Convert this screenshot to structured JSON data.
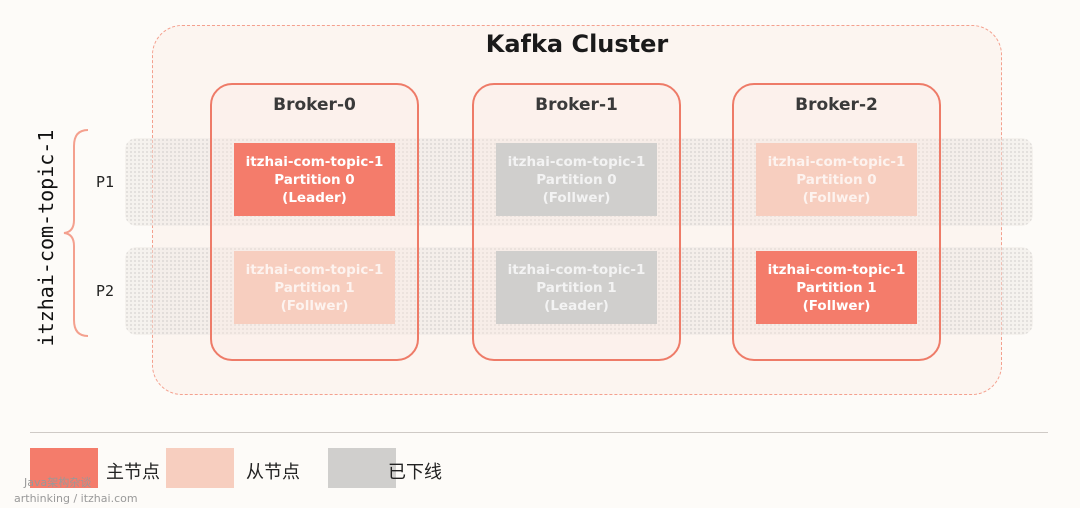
{
  "cluster": {
    "title": "Kafka Cluster"
  },
  "topic_label": "itzhai-com-topic-1",
  "partition_rows": [
    {
      "label": "P1"
    },
    {
      "label": "P2"
    }
  ],
  "brokers": [
    {
      "name": "Broker-0",
      "partitions": [
        {
          "topic": "itzhai-com-topic-1",
          "partition": "Partition 0",
          "role": "(Leader)",
          "status": "leader"
        },
        {
          "topic": "itzhai-com-topic-1",
          "partition": "Partition 1",
          "role": "(Follwer)",
          "status": "follower"
        }
      ]
    },
    {
      "name": "Broker-1",
      "partitions": [
        {
          "topic": "itzhai-com-topic-1",
          "partition": "Partition 0",
          "role": "(Follwer)",
          "status": "offline"
        },
        {
          "topic": "itzhai-com-topic-1",
          "partition": "Partition 1",
          "role": "(Leader)",
          "status": "offline"
        }
      ]
    },
    {
      "name": "Broker-2",
      "partitions": [
        {
          "topic": "itzhai-com-topic-1",
          "partition": "Partition 0",
          "role": "(Follwer)",
          "status": "follower"
        },
        {
          "topic": "itzhai-com-topic-1",
          "partition": "Partition 1",
          "role": "(Follwer)",
          "status": "leader"
        }
      ]
    }
  ],
  "legend": [
    {
      "label": "主节点",
      "color": "#f47c6b"
    },
    {
      "label": "从节点",
      "color": "#f7cebf"
    },
    {
      "label": "已下线",
      "color": "#d0cfcd"
    }
  ],
  "watermark": {
    "line1": "Java架构杂谈",
    "line2": "arthinking / itzhai.com"
  },
  "colors": {
    "accent": "#ee7b68",
    "leader": "#f47c6b",
    "follower": "#f7cebf",
    "offline": "#d0cfcd"
  }
}
